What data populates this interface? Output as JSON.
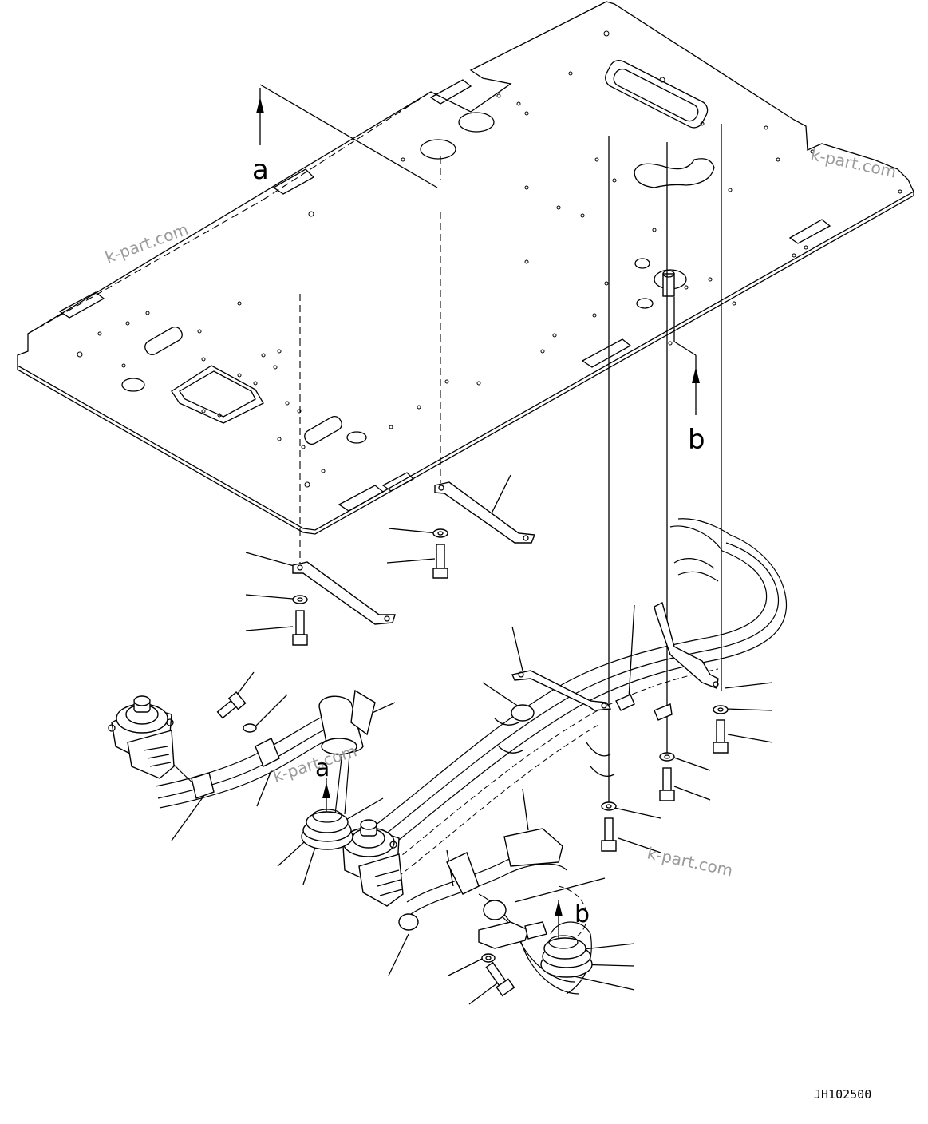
{
  "callouts": {
    "a_top": "a",
    "b_top": "b",
    "a_bottom": "a",
    "b_bottom": "b"
  },
  "watermarks": [
    "k-part.com",
    "k-part.com",
    "k-part.com",
    "k-part.com"
  ],
  "drawing_code": "JH102500"
}
